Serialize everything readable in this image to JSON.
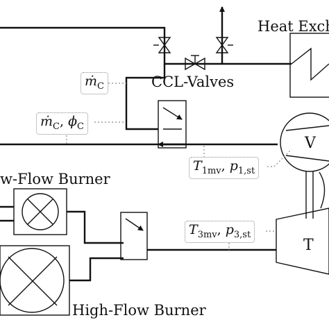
{
  "labels": {
    "heat_exchanger": "Heat Exch",
    "ccl_valves": "CCL-Valves",
    "low_flow_burner": "w-Flow Burner",
    "high_flow_burner": "High-Flow Burner",
    "compressor": "V",
    "turbine": "T"
  },
  "signals": {
    "mass_flow": "ṁ",
    "mass_flow_sub": "C",
    "mass_flow_phi_main": "ṁ",
    "mass_flow_phi_sub": "C",
    "phi_main": "ϕ",
    "phi_sub": "C",
    "separator": ", ",
    "t1_main": "T",
    "t1_sub": "1mv",
    "p1_main": "p",
    "p1_sub": "1,st",
    "t3_main": "T",
    "t3_sub": "3mv",
    "p3_main": "p",
    "p3_sub": "3,st"
  }
}
